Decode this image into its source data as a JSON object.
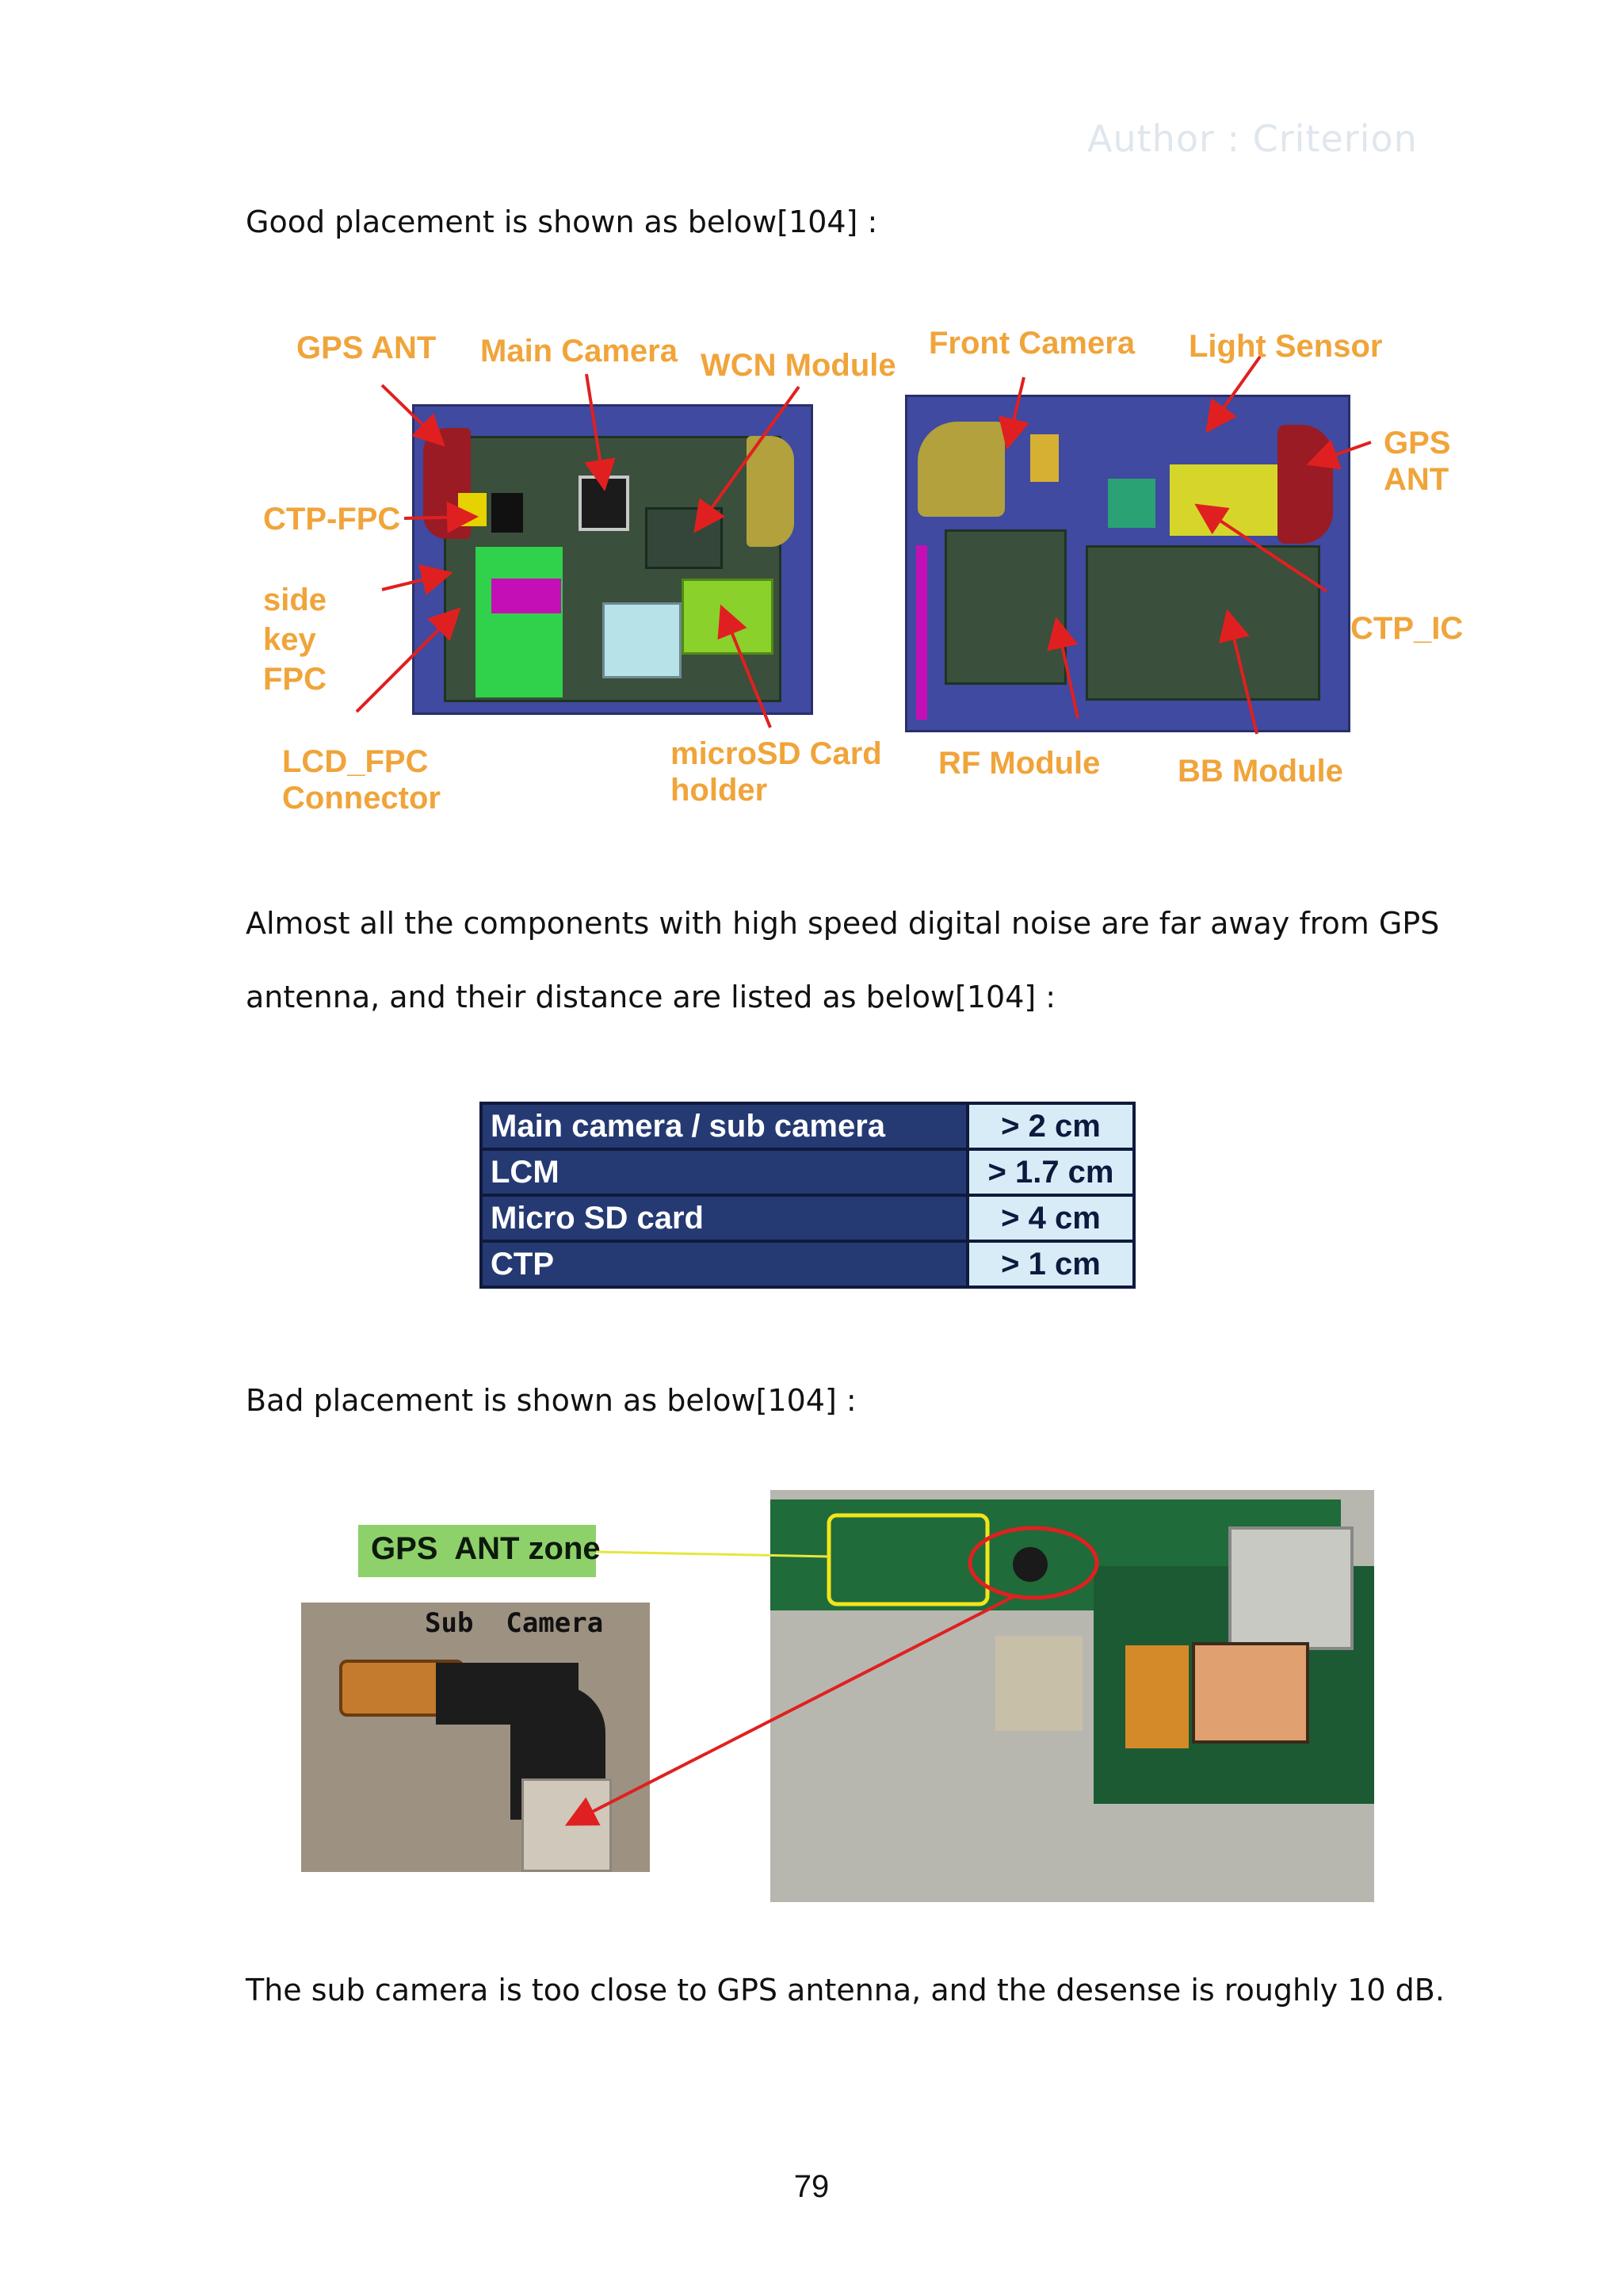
{
  "header": {
    "watermark": "Author : Criterion"
  },
  "paragraphs": {
    "good_intro": "Good placement is shown as below[104] :",
    "almost_line1": "Almost all the components with high speed digital noise are far away from GPS",
    "almost_line2": "antenna, and their distance are listed as below[104] :",
    "bad_intro": "Bad placement is shown as below[104] :",
    "conclusion": "The sub camera is too close to GPS antenna, and the desense is roughly 10 dB."
  },
  "figure_good": {
    "labels": {
      "gps_ant_left": "GPS ANT",
      "main_camera": "Main Camera",
      "wcn_module": "WCN Module",
      "front_camera": "Front Camera",
      "light_sensor": "Light Sensor",
      "gps_ant_right_1": "GPS",
      "gps_ant_right_2": "ANT",
      "ctp_fpc": "CTP-FPC",
      "side_key_1": "side",
      "side_key_2": "key",
      "side_key_3": "FPC",
      "ctp_ic": "CTP_IC",
      "lcd_fpc_1": "LCD_FPC",
      "lcd_fpc_2": "Connector",
      "microsd_1": "microSD Card",
      "microsd_2": "holder",
      "rf_module": "RF Module",
      "bb_module": "BB Module"
    }
  },
  "distance_table": {
    "rows": [
      {
        "component": "Main camera / sub camera",
        "distance": "> 2 cm"
      },
      {
        "component": "LCM",
        "distance": "> 1.7 cm"
      },
      {
        "component": "Micro SD card",
        "distance": "> 4 cm"
      },
      {
        "component": "CTP",
        "distance": "> 1 cm"
      }
    ]
  },
  "figure_bad": {
    "zone_label": "GPS  ANT zone",
    "sub_camera_label": "Sub  Camera"
  },
  "footer": {
    "page_number": "79"
  },
  "colors": {
    "label_orange": "#f0a43a",
    "arrow_red": "#e02020",
    "table_dark": "#253a73",
    "table_light": "#d8ecf8",
    "zone_green": "#8ed16b"
  }
}
